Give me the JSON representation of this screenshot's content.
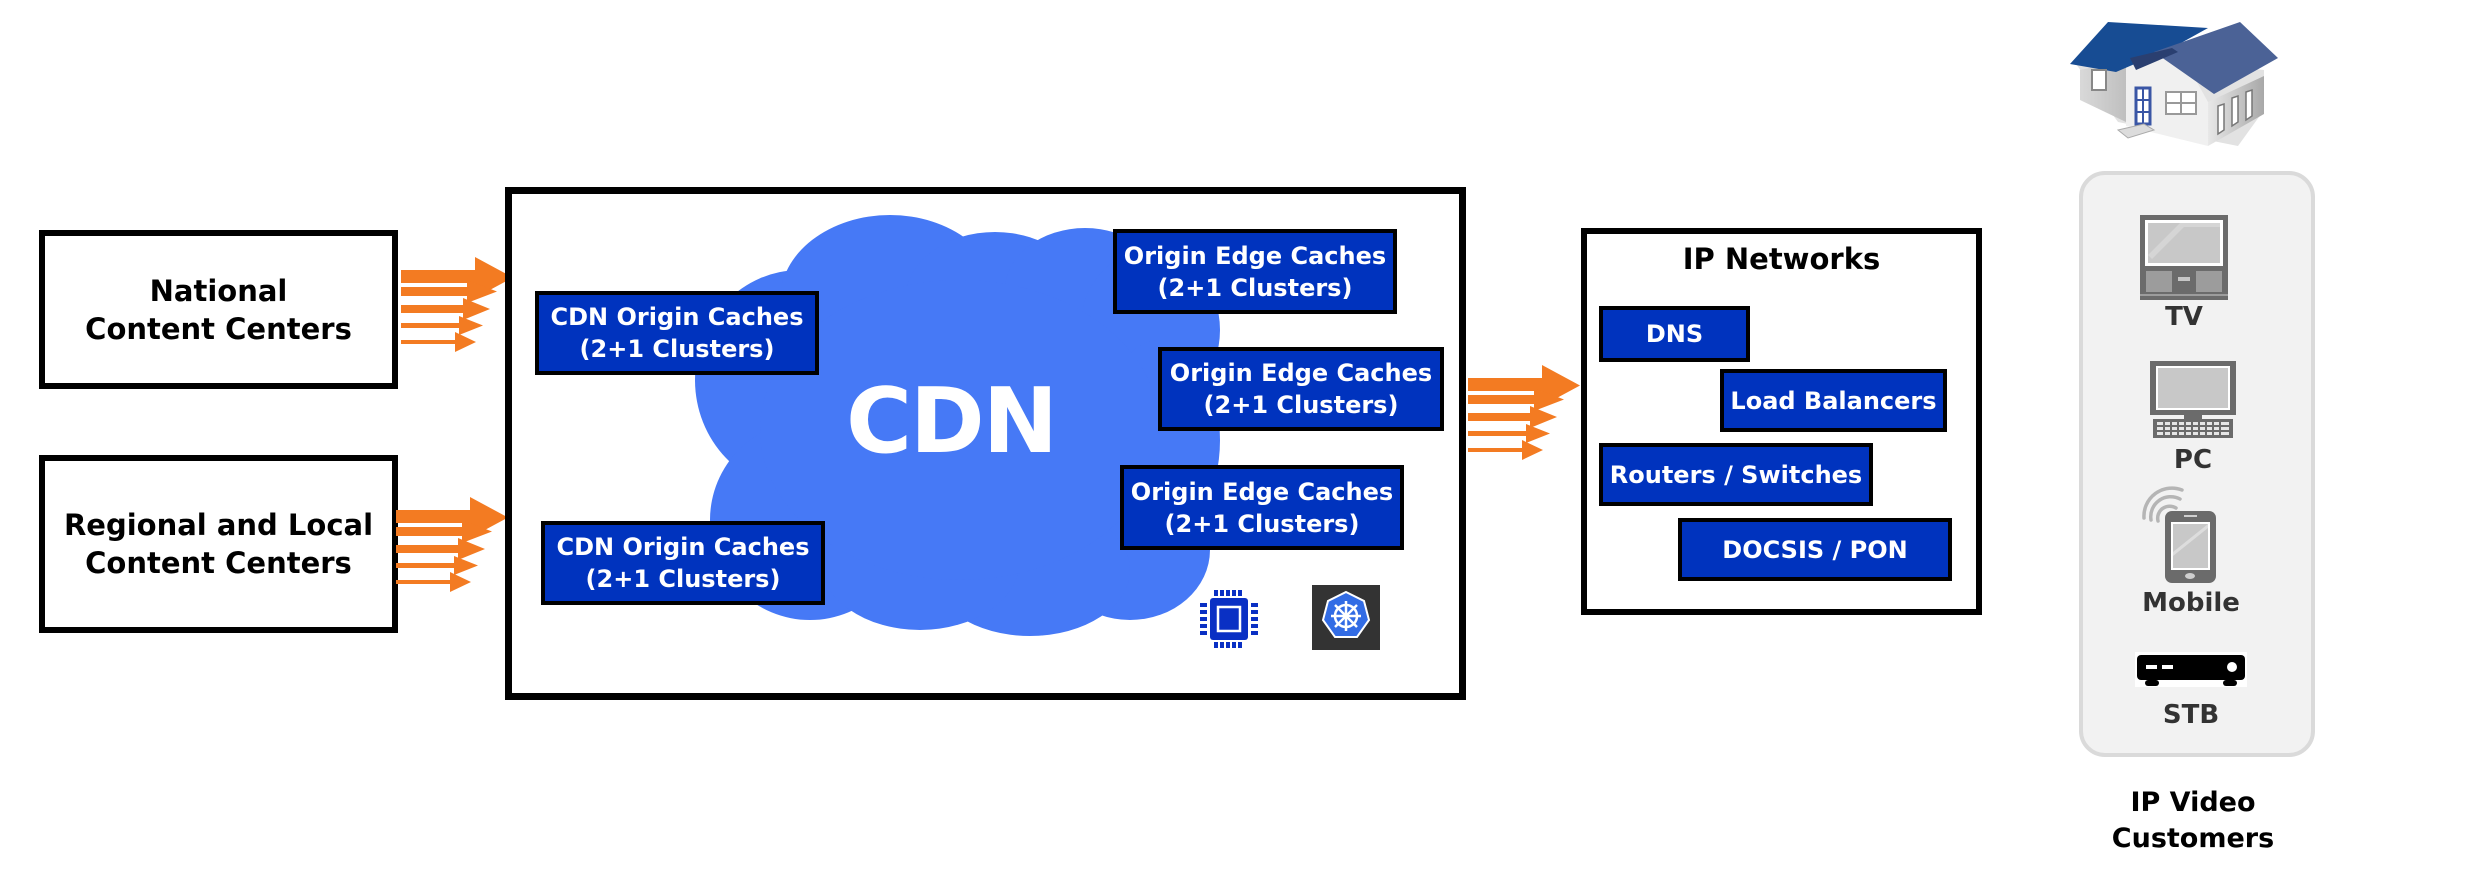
{
  "sources": [
    {
      "line1": "National",
      "line2": "Content Centers"
    },
    {
      "line1": "Regional and Local",
      "line2": "Content Centers"
    }
  ],
  "cdn": {
    "label": "CDN",
    "origin_caches": [
      {
        "line1": "CDN Origin Caches",
        "line2": "(2+1 Clusters)"
      },
      {
        "line1": "CDN Origin Caches",
        "line2": "(2+1 Clusters)"
      }
    ],
    "edge_caches": [
      {
        "line1": "Origin Edge Caches",
        "line2": "(2+1 Clusters)"
      },
      {
        "line1": "Origin Edge Caches",
        "line2": "(2+1 Clusters)"
      },
      {
        "line1": "Origin Edge Caches",
        "line2": "(2+1 Clusters)"
      }
    ],
    "icons": [
      "cpu-chip-icon",
      "kubernetes-icon"
    ]
  },
  "ip_networks": {
    "title": "IP Networks",
    "items": [
      "DNS",
      "Load Balancers",
      "Routers / Switches",
      "DOCSIS / PON"
    ]
  },
  "customers": {
    "devices": [
      {
        "label": "TV",
        "icon": "tv-icon"
      },
      {
        "label": "PC",
        "icon": "desktop-pc-icon"
      },
      {
        "label": "Mobile",
        "icon": "mobile-phone-icon"
      },
      {
        "label": "STB",
        "icon": "set-top-box-icon"
      }
    ],
    "title_line1": "IP Video",
    "title_line2": "Customers",
    "home_icon": "house-icon"
  },
  "colors": {
    "arrow": "#F37B22",
    "cache_fill": "#0033BE",
    "cloud": "#4679F6",
    "panel": "#F2F2F2"
  }
}
